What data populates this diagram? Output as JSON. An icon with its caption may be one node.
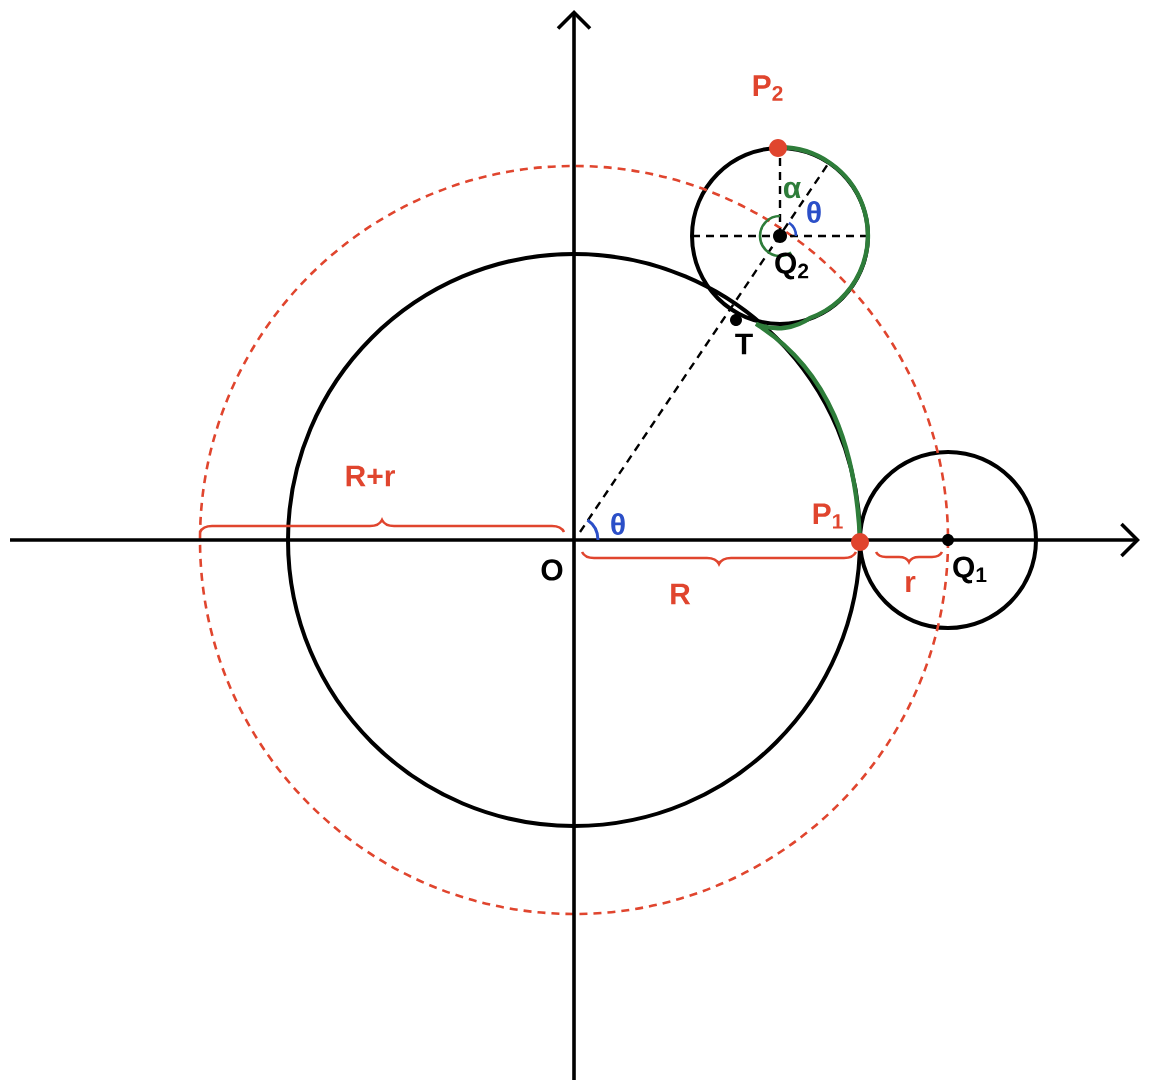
{
  "diagram": {
    "labels": [
      "P$_{2}$",
      "α",
      "θ",
      "Q$_{2}$",
      "T",
      "θ",
      "O",
      "P$_{1}$",
      "R",
      "r",
      "Q$_{1}$",
      "R+r"
    ]
  }
}
